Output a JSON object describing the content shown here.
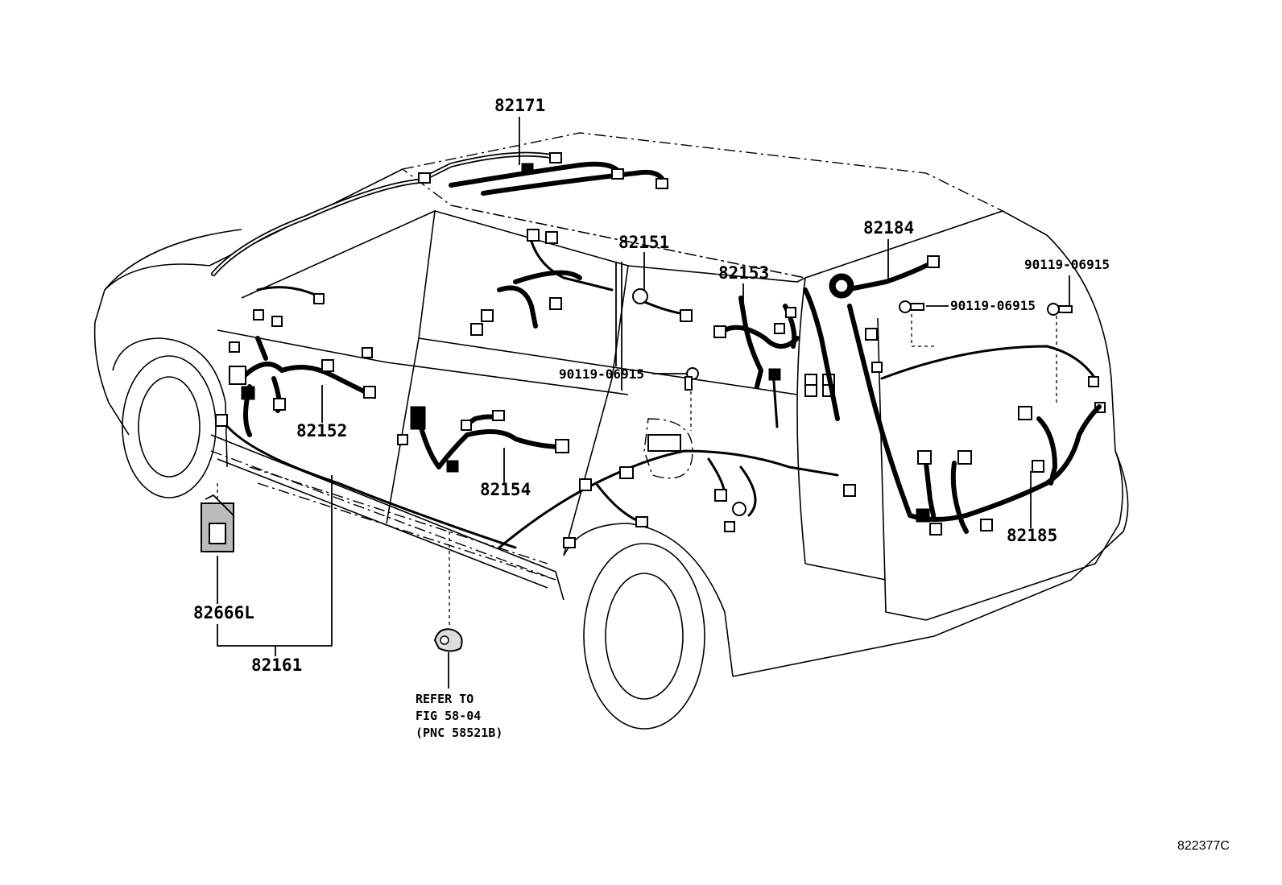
{
  "diagram": {
    "part_labels": {
      "p82171": "82171",
      "p82151": "82151",
      "p82153": "82153",
      "p82184": "82184",
      "p90119_a": "90119-06915",
      "p90119_b": "90119-06915",
      "p90119_c": "90119-06915",
      "p82152": "82152",
      "p82154": "82154",
      "p82185": "82185",
      "p82666L": "82666L",
      "p82161": "82161"
    },
    "reference_note": {
      "line1": "REFER TO",
      "line2": "FIG 58-04",
      "line3": "(PNC 58521B)"
    },
    "figure_code": "822377C"
  }
}
